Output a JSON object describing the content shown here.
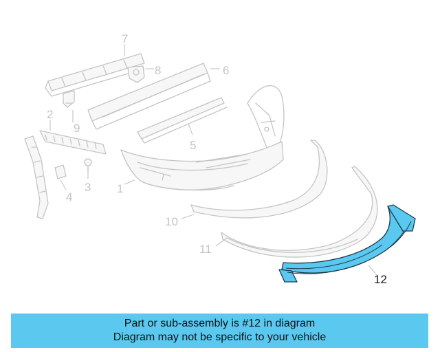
{
  "diagram": {
    "callouts": [
      "1",
      "2",
      "3",
      "4",
      "5",
      "6",
      "7",
      "8",
      "9",
      "10",
      "11",
      "12"
    ],
    "highlighted_part": "12",
    "highlight_color": "#5BC8F0"
  },
  "banner": {
    "line1": "Part or sub-assembly is #12 in diagram",
    "line2": "Diagram may not be specific to your vehicle",
    "background": "#5BC8F0"
  }
}
